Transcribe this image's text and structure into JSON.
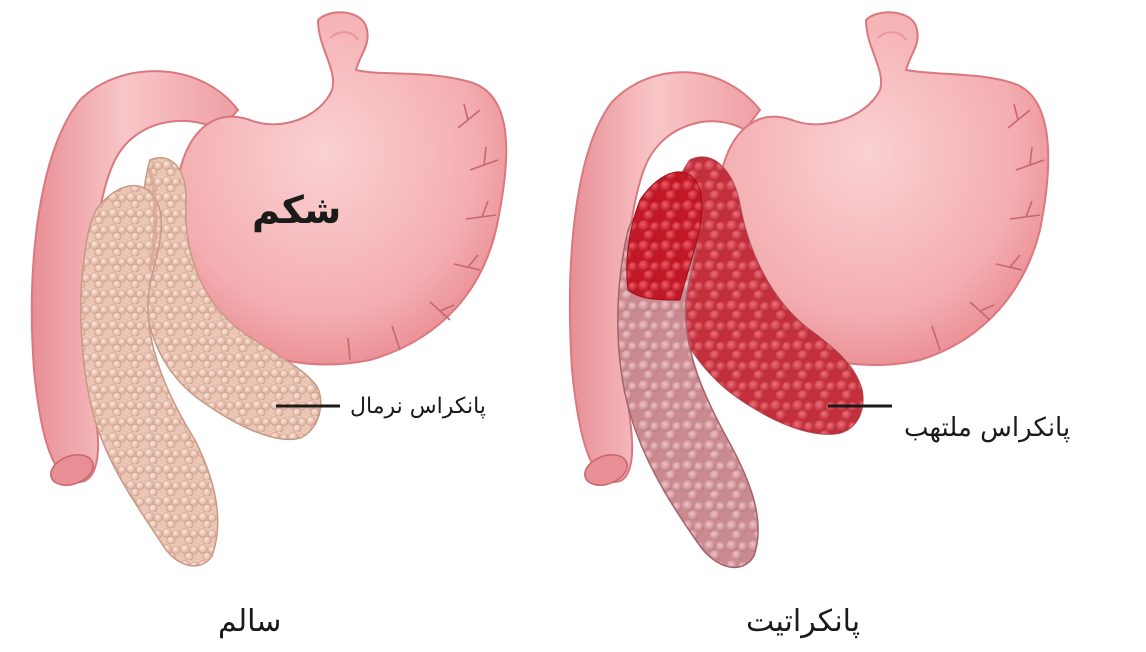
{
  "labels": {
    "stomach": "شکم",
    "normal_pancreas": "پانکراس نرمال",
    "inflamed_pancreas": "پانکراس ملتهب",
    "healthy": "سالم",
    "pancreatitis": "پانکراتیت"
  },
  "colors": {
    "organ_pink": "#f2a4a8",
    "organ_light": "#f9c9ca",
    "healthy_pancreas": "#e9c3b0",
    "inflamed_red": "#d81e2c",
    "inflamed_mauve": "#c98a90",
    "pointer_line": "#1a1a1a"
  }
}
